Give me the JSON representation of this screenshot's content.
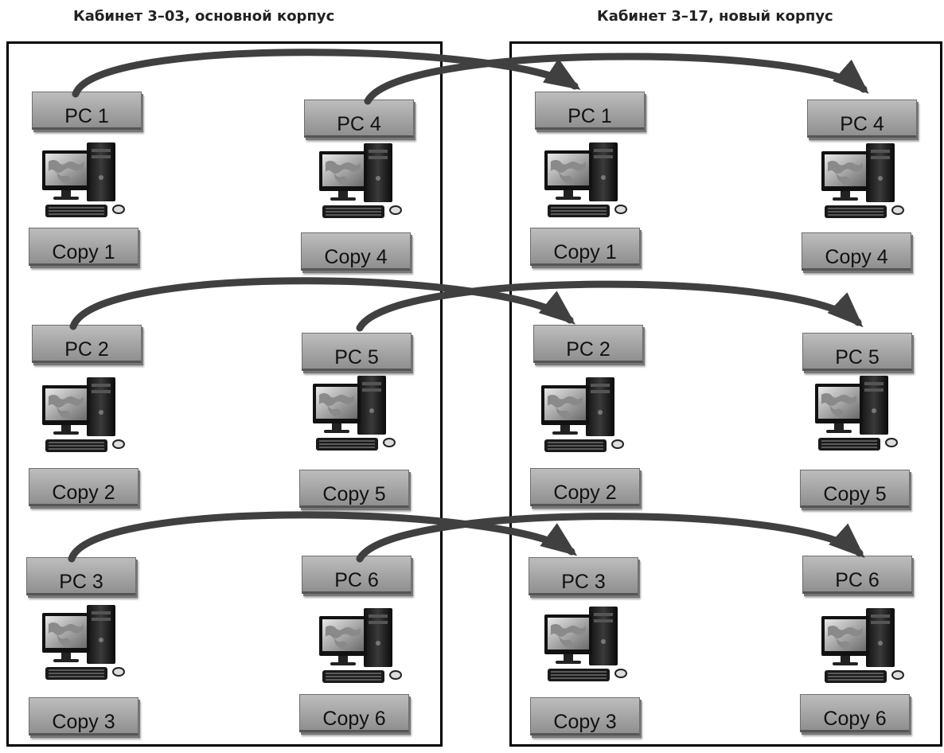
{
  "rooms": [
    {
      "title": "Кабинет 3–03, основной корпус",
      "pcs": [
        {
          "pc": "PC 1",
          "copy": "Copy 1"
        },
        {
          "pc": "PC 2",
          "copy": "Copy 2"
        },
        {
          "pc": "PC 3",
          "copy": "Copy 3"
        },
        {
          "pc": "PC 4",
          "copy": "Copy 4"
        },
        {
          "pc": "PC 5",
          "copy": "Copy 5"
        },
        {
          "pc": "PC 6",
          "copy": "Copy 6"
        }
      ]
    },
    {
      "title": "Кабинет 3–17, новый корпус",
      "pcs": [
        {
          "pc": "PC 1",
          "copy": "Copy 1"
        },
        {
          "pc": "PC 2",
          "copy": "Copy 2"
        },
        {
          "pc": "PC 3",
          "copy": "Copy 3"
        },
        {
          "pc": "PC 4",
          "copy": "Copy 4"
        },
        {
          "pc": "PC 5",
          "copy": "Copy 5"
        },
        {
          "pc": "PC 6",
          "copy": "Copy 6"
        }
      ]
    }
  ],
  "mappings": [
    {
      "from": "PC 1",
      "to": "PC 1"
    },
    {
      "from": "PC 4",
      "to": "PC 4"
    },
    {
      "from": "PC 2",
      "to": "PC 2"
    },
    {
      "from": "PC 5",
      "to": "PC 5"
    },
    {
      "from": "PC 3",
      "to": "PC 3"
    },
    {
      "from": "PC 6",
      "to": "PC 6"
    }
  ],
  "colors": {
    "arrow": "#404040",
    "label_bg": "#a8a8a8",
    "border": "#000000"
  }
}
